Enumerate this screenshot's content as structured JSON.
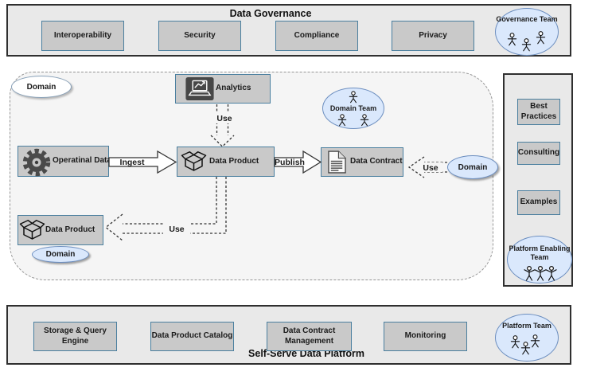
{
  "governance": {
    "title": "Data Governance",
    "boxes": [
      "Interoperability",
      "Security",
      "Compliance",
      "Privacy"
    ],
    "team": "Governance Team"
  },
  "domain_region": {
    "domain_top": "Domain",
    "analytics_label": "Analytics",
    "operational_data_label": "Operatinal Data",
    "data_product_center_label": "Data Product",
    "data_product_left_label": "Data Product",
    "data_contract_label": "Data Contract",
    "domain_team": "Domain Team",
    "domain_right": "Domain",
    "domain_bottom": "Domain",
    "arrow_labels": {
      "ingest": "Ingest",
      "publish": "Publish",
      "use_analytics": "Use",
      "use_left": "Use",
      "use_right": "Use"
    }
  },
  "enabling_panel": {
    "boxes": [
      "Best Practices",
      "Consulting",
      "Examples"
    ],
    "team": "Platform Enabling Team"
  },
  "platform": {
    "title": "Self-Serve Data Platform",
    "boxes": [
      "Storage & Query Engine",
      "Data Product Catalog",
      "Data Contract Management",
      "Monitoring"
    ],
    "team": "Platform Team"
  },
  "colors": {
    "panel_fill": "#e9e9e9",
    "panel_border": "#2f2f2f",
    "box_fill": "#c9c9c9",
    "box_border": "#4a7f9f",
    "team_fill": "#dae8fc",
    "team_border": "#6c8ebf",
    "region_fill": "#f5f5f5",
    "dashed_line": "#333333"
  }
}
